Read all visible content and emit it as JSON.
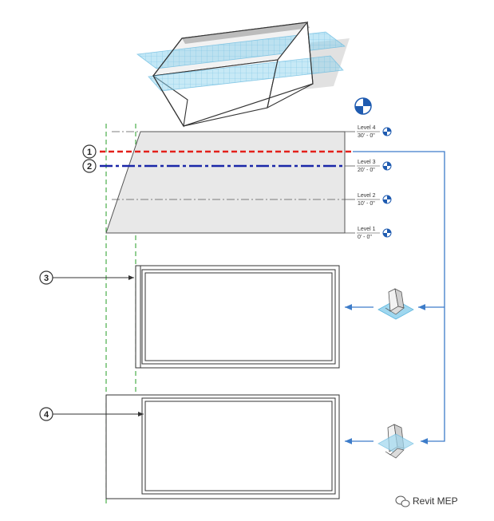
{
  "colors": {
    "cut_red": "#e3201b",
    "cut_blue": "#1a27a8",
    "leader_blue": "#3d7cc9",
    "guide_green": "#3aa63a",
    "plane_cyan": "#8fd3ee",
    "section_gray": "#e8e8e8",
    "head_blue": "#1f5bb0"
  },
  "levels": [
    {
      "name": "Level 4",
      "elevation": "30' - 0\""
    },
    {
      "name": "Level 3",
      "elevation": "20' - 0\""
    },
    {
      "name": "Level 2",
      "elevation": "10' - 0\""
    },
    {
      "name": "Level 1",
      "elevation": "0' - 0\""
    }
  ],
  "callouts": [
    "1",
    "2",
    "3",
    "4"
  ],
  "icons": [
    "elevation-marker-icon",
    "view-range-cube-icon",
    "wechat-icon"
  ],
  "watermark": "Revit MEP"
}
